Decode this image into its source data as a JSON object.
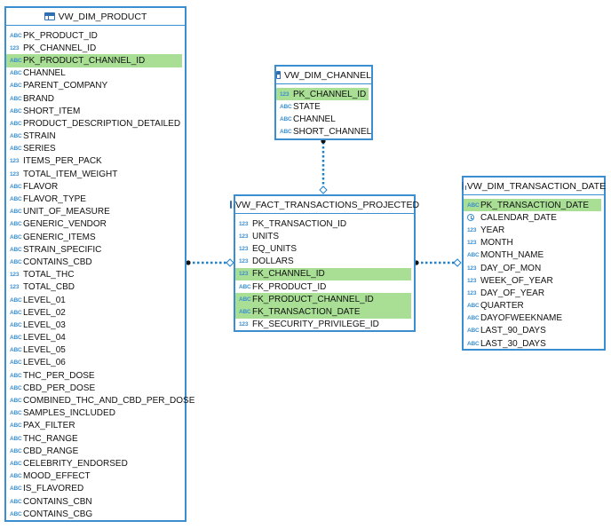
{
  "colors": {
    "border": "#3b8fd1",
    "highlight": "#a8df95",
    "type_icon": "#3b8fd1",
    "connector": "#1f80c8"
  },
  "tables": {
    "product": {
      "name": "VW_DIM_PRODUCT",
      "columns": [
        {
          "type": "ABC",
          "name": "PK_PRODUCT_ID",
          "hl": false
        },
        {
          "type": "123",
          "name": "PK_CHANNEL_ID",
          "hl": false
        },
        {
          "type": "ABC",
          "name": "PK_PRODUCT_CHANNEL_ID",
          "hl": true
        },
        {
          "type": "ABC",
          "name": "CHANNEL",
          "hl": false
        },
        {
          "type": "ABC",
          "name": "PARENT_COMPANY",
          "hl": false
        },
        {
          "type": "ABC",
          "name": "BRAND",
          "hl": false
        },
        {
          "type": "ABC",
          "name": "SHORT_ITEM",
          "hl": false
        },
        {
          "type": "ABC",
          "name": "PRODUCT_DESCRIPTION_DETAILED",
          "hl": false
        },
        {
          "type": "ABC",
          "name": "STRAIN",
          "hl": false
        },
        {
          "type": "ABC",
          "name": "SERIES",
          "hl": false
        },
        {
          "type": "123",
          "name": "ITEMS_PER_PACK",
          "hl": false
        },
        {
          "type": "123",
          "name": "TOTAL_ITEM_WEIGHT",
          "hl": false
        },
        {
          "type": "ABC",
          "name": "FLAVOR",
          "hl": false
        },
        {
          "type": "ABC",
          "name": "FLAVOR_TYPE",
          "hl": false
        },
        {
          "type": "ABC",
          "name": "UNIT_OF_MEASURE",
          "hl": false
        },
        {
          "type": "ABC",
          "name": "GENERIC_VENDOR",
          "hl": false
        },
        {
          "type": "ABC",
          "name": "GENERIC_ITEMS",
          "hl": false
        },
        {
          "type": "ABC",
          "name": "STRAIN_SPECIFIC",
          "hl": false
        },
        {
          "type": "ABC",
          "name": "CONTAINS_CBD",
          "hl": false
        },
        {
          "type": "123",
          "name": "TOTAL_THC",
          "hl": false
        },
        {
          "type": "123",
          "name": "TOTAL_CBD",
          "hl": false
        },
        {
          "type": "ABC",
          "name": "LEVEL_01",
          "hl": false
        },
        {
          "type": "ABC",
          "name": "LEVEL_02",
          "hl": false
        },
        {
          "type": "ABC",
          "name": "LEVEL_03",
          "hl": false
        },
        {
          "type": "ABC",
          "name": "LEVEL_04",
          "hl": false
        },
        {
          "type": "ABC",
          "name": "LEVEL_05",
          "hl": false
        },
        {
          "type": "ABC",
          "name": "LEVEL_06",
          "hl": false
        },
        {
          "type": "ABC",
          "name": "THC_PER_DOSE",
          "hl": false
        },
        {
          "type": "ABC",
          "name": "CBD_PER_DOSE",
          "hl": false
        },
        {
          "type": "ABC",
          "name": "COMBINED_THC_AND_CBD_PER_DOSE",
          "hl": false
        },
        {
          "type": "ABC",
          "name": "SAMPLES_INCLUDED",
          "hl": false
        },
        {
          "type": "ABC",
          "name": "PAX_FILTER",
          "hl": false
        },
        {
          "type": "ABC",
          "name": "THC_RANGE",
          "hl": false
        },
        {
          "type": "ABC",
          "name": "CBD_RANGE",
          "hl": false
        },
        {
          "type": "ABC",
          "name": "CELEBRITY_ENDORSED",
          "hl": false
        },
        {
          "type": "ABC",
          "name": "MOOD_EFFECT",
          "hl": false
        },
        {
          "type": "ABC",
          "name": "IS_FLAVORED",
          "hl": false
        },
        {
          "type": "ABC",
          "name": "CONTAINS_CBN",
          "hl": false
        },
        {
          "type": "ABC",
          "name": "CONTAINS_CBG",
          "hl": false
        }
      ]
    },
    "channel": {
      "name": "VW_DIM_CHANNEL",
      "columns": [
        {
          "type": "123",
          "name": "PK_CHANNEL_ID",
          "hl": true
        },
        {
          "type": "ABC",
          "name": "STATE",
          "hl": false
        },
        {
          "type": "ABC",
          "name": "CHANNEL",
          "hl": false
        },
        {
          "type": "ABC",
          "name": "SHORT_CHANNEL",
          "hl": false
        }
      ]
    },
    "fact": {
      "name": "VW_FACT_TRANSACTIONS_PROJECTED",
      "columns": [
        {
          "type": "123",
          "name": "PK_TRANSACTION_ID",
          "hl": false
        },
        {
          "type": "123",
          "name": "UNITS",
          "hl": false
        },
        {
          "type": "123",
          "name": "EQ_UNITS",
          "hl": false
        },
        {
          "type": "123",
          "name": "DOLLARS",
          "hl": false
        },
        {
          "type": "123",
          "name": "FK_CHANNEL_ID",
          "hl": true
        },
        {
          "type": "ABC",
          "name": "FK_PRODUCT_ID",
          "hl": false
        },
        {
          "type": "ABC",
          "name": "FK_PRODUCT_CHANNEL_ID",
          "hl": true
        },
        {
          "type": "ABC",
          "name": "FK_TRANSACTION_DATE",
          "hl": true
        },
        {
          "type": "123",
          "name": "FK_SECURITY_PRIVILEGE_ID",
          "hl": false
        }
      ]
    },
    "date": {
      "name": "VW_DIM_TRANSACTION_DATE",
      "columns": [
        {
          "type": "ABC",
          "name": "PK_TRANSACTION_DATE",
          "hl": true
        },
        {
          "type": "clock",
          "name": "CALENDAR_DATE",
          "hl": false
        },
        {
          "type": "123",
          "name": "YEAR",
          "hl": false
        },
        {
          "type": "123",
          "name": "MONTH",
          "hl": false
        },
        {
          "type": "ABC",
          "name": "MONTH_NAME",
          "hl": false
        },
        {
          "type": "123",
          "name": "DAY_OF_MON",
          "hl": false
        },
        {
          "type": "123",
          "name": "WEEK_OF_YEAR",
          "hl": false
        },
        {
          "type": "123",
          "name": "DAY_OF_YEAR",
          "hl": false
        },
        {
          "type": "ABC",
          "name": "QUARTER",
          "hl": false
        },
        {
          "type": "ABC",
          "name": "DAYOFWEEKNAME",
          "hl": false
        },
        {
          "type": "ABC",
          "name": "LAST_90_DAYS",
          "hl": false
        },
        {
          "type": "ABC",
          "name": "LAST_30_DAYS",
          "hl": false
        }
      ]
    }
  }
}
